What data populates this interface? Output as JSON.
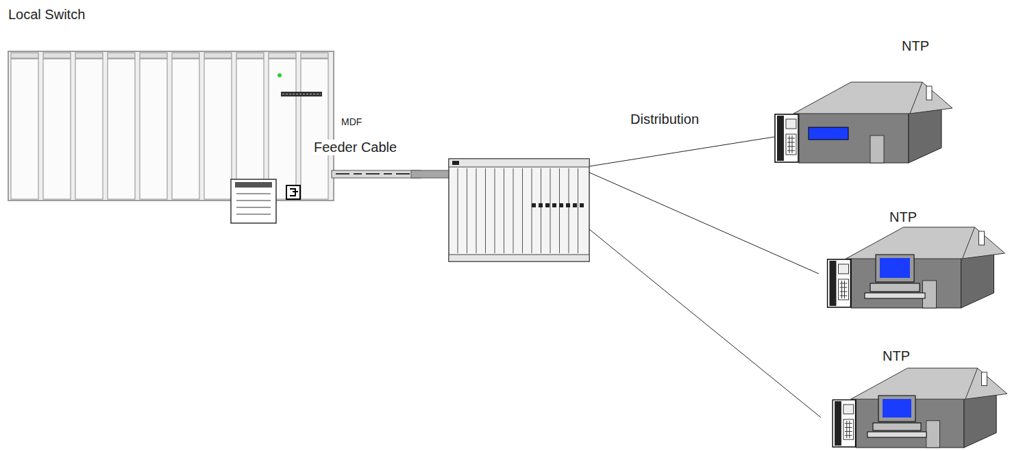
{
  "diagram": {
    "nodes": [
      {
        "text": [
          "Local Switch"
        ]
      },
      {
        "text": [
          "NTP"
        ]
      },
      {
        "text": [
          "NTP"
        ]
      },
      {
        "text": [
          "NTP"
        ]
      }
    ],
    "labels": [
      "MDF",
      "Feeder Cable",
      "Distribution"
    ]
  }
}
